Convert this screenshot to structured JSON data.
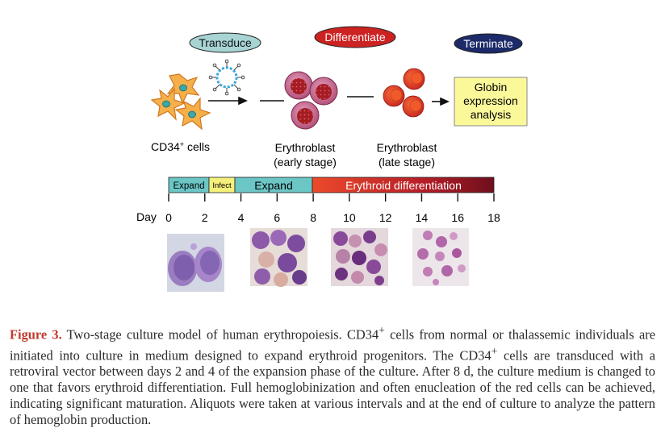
{
  "header_bubbles": {
    "transduce": "Transduce",
    "differentiate": "Differentiate",
    "terminate": "Terminate"
  },
  "globin_box": {
    "line1": "Globin",
    "line2": "expression",
    "line3": "analysis"
  },
  "cell_labels": {
    "cd34": "CD34",
    "cd34_sup": "+",
    "cd34_suffix": " cells",
    "early_line1": "Erythroblast",
    "early_line2": "(early stage)",
    "late_line1": "Erythroblast",
    "late_line2": "(late stage)"
  },
  "timeline": {
    "phases": {
      "expand_short": "Expand",
      "infect": "Infect",
      "expand": "Expand",
      "erythroid": "Erythroid differentiation"
    },
    "day_label": "Day",
    "ticks": [
      "0",
      "2",
      "4",
      "6",
      "8",
      "10",
      "12",
      "14",
      "16",
      "18"
    ]
  },
  "colors": {
    "teal": "#6cc6c6",
    "yellow": "#f5f07a",
    "red_start": "#e8402a",
    "red_end": "#7a1020",
    "caption_red": "#c0392b",
    "cell_orange": "#f0a040",
    "nucleus_teal": "#3aa8a8"
  },
  "caption": {
    "label": "Figure 3.",
    "text_1": " Two-stage culture model of human erythropoiesis. CD34",
    "sup_1": "+",
    "text_2": " cells from normal or thalassemic individuals are initiated into culture in medium designed to expand erythroid progenitors. The CD34",
    "sup_2": "+",
    "text_3": " cells are transduced with a retroviral vector between days 2 and 4 of the expansion phase of the culture. After 8 d, the culture medium is changed to one that favors erythroid differentiation. Full hemoglobinization and often enucleation of the red cells can be achieved, indicating significant maturation. Aliquots were taken at various intervals and at the end of culture to analyze the pattern of hemoglobin production."
  }
}
